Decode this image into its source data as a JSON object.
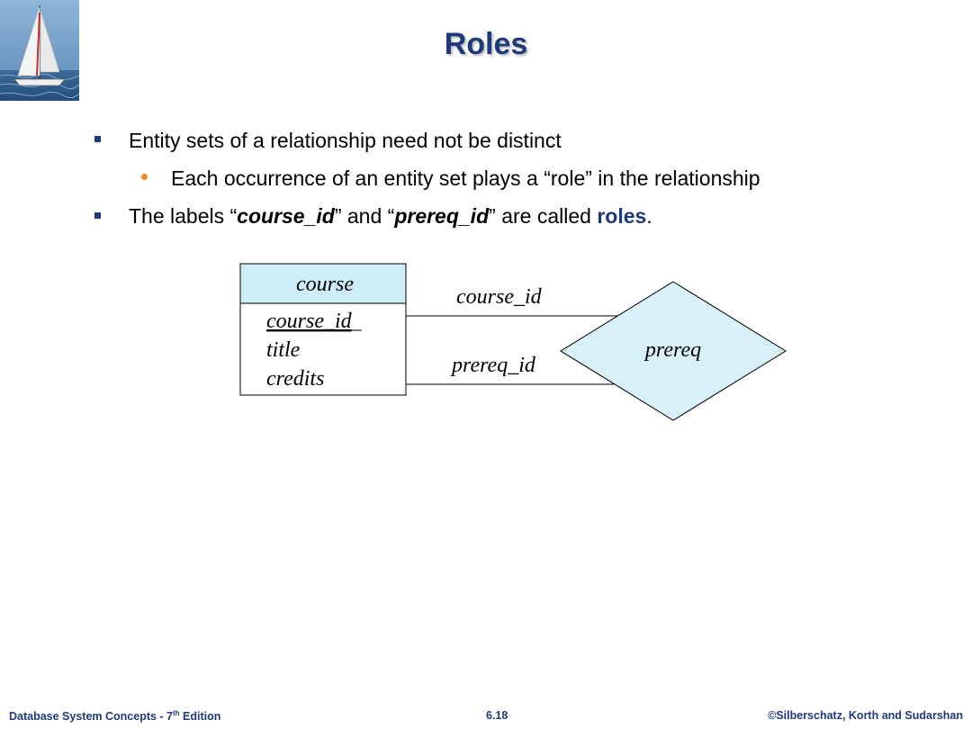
{
  "slide": {
    "title": "Roles",
    "logo_icon": "sailboat-icon"
  },
  "bullets": {
    "b1": "Entity sets of a relationship need not be distinct",
    "b1_sub": "Each occurrence of an entity set plays a “role” in the relationship",
    "b2_prefix": "The labels “",
    "b2_role1": "course_id",
    "b2_mid": "” and “",
    "b2_role2": "prereq_id",
    "b2_suffix": "” are called ",
    "b2_keyword": "roles",
    "b2_end": "."
  },
  "diagram": {
    "entity": {
      "name": "course",
      "attributes": [
        "course_id",
        "title",
        "credits"
      ],
      "primary_key": "course_id"
    },
    "relationship": {
      "name": "prereq"
    },
    "roles": [
      "course_id",
      "prereq_id"
    ],
    "colors": {
      "entity_header_fill": "#cdeef8",
      "relationship_fill": "#d8f0f8",
      "accent": "#1f3a7a",
      "sub_bullet": "#f08a24"
    }
  },
  "footer": {
    "left_main": "Database System Concepts - 7",
    "left_sup": "th",
    "left_end": " Edition",
    "center": "6.18",
    "right": "©Silberschatz, Korth and Sudarshan"
  }
}
